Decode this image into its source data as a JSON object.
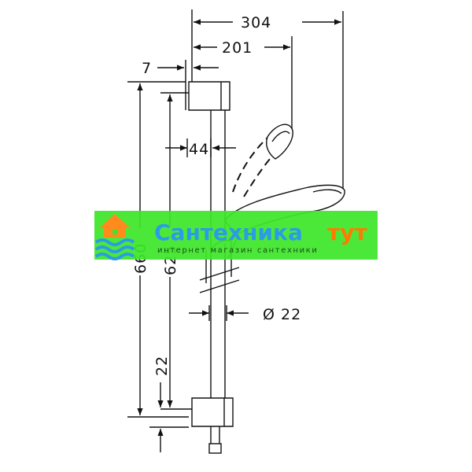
{
  "dimensions": {
    "total_width": "304",
    "handle_reach": "201",
    "wall_offset": "7",
    "clamp_offset": "44",
    "rail_height": "660",
    "bracket_spacing": "625",
    "bottom_offset": "22",
    "rail_diameter": "Ø 22"
  },
  "watermark": {
    "brand_part1": "Сантехника",
    "brand_part2": "тут",
    "tagline": "интернет магазин сантехники"
  },
  "colors": {
    "banner": "#3ee62a",
    "brand_blue": "#2c9be6",
    "brand_orange": "#ff7a00",
    "line": "#111111"
  }
}
